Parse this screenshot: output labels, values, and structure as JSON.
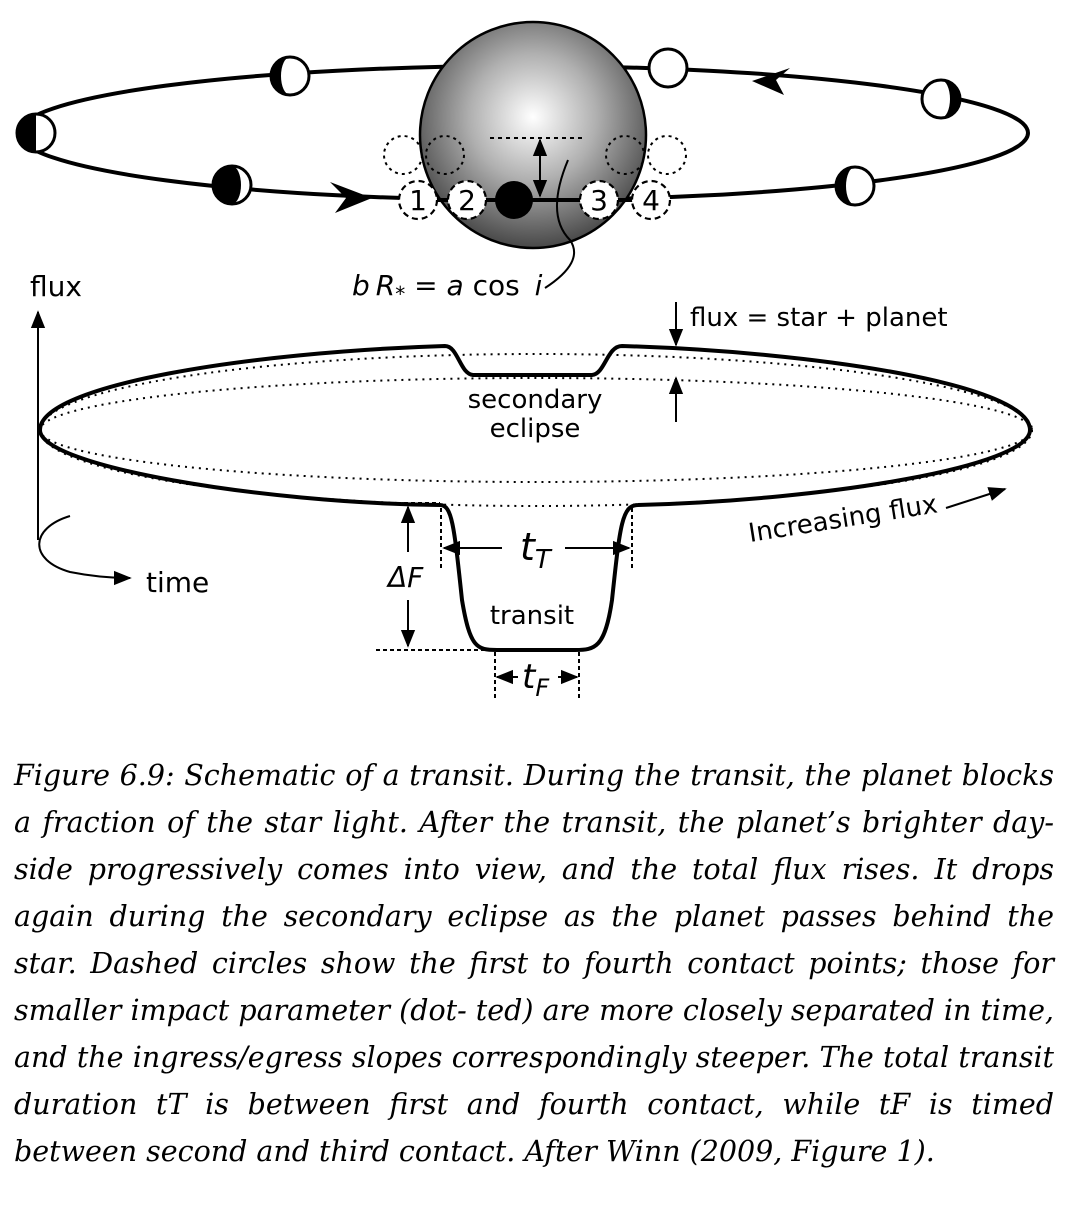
{
  "figure": {
    "labels": {
      "flux_axis": "flux",
      "time_axis": "time",
      "impact_b": "b",
      "impact_R": "R",
      "impact_star": "*",
      "impact_eq": " = ",
      "impact_a": "a",
      "impact_cos": " cos ",
      "impact_i": "i",
      "flux_total": "flux = star + planet",
      "secondary_1": "secondary",
      "secondary_2": "eclipse",
      "increasing": "Increasing flux",
      "tT_main": "t",
      "tT_sub": "T",
      "deltaF": "ΔF",
      "transit": "transit",
      "tF_main": "t",
      "tF_sub": "F"
    },
    "contacts": [
      "1",
      "2",
      "3",
      "4"
    ]
  },
  "caption": {
    "lines": [
      "Figure 6.9: Schematic of a transit. During the transit, the planet",
      "blocks a fraction of the star light. After the transit, the planet’s",
      "brighter day-side progressively comes into view, and the total",
      "flux rises. It drops again during the secondary eclipse as the",
      "planet passes behind the star. Dashed circles show the first to",
      "fourth contact points; those for smaller impact parameter (dot-",
      "ted) are more closely separated in time, and the ingress/egress",
      "slopes correspondingly steeper. The total transit duration tT",
      "is between first and fourth contact, while tF is timed between",
      "second and third contact. After Winn (2009, Figure 1)."
    ]
  }
}
